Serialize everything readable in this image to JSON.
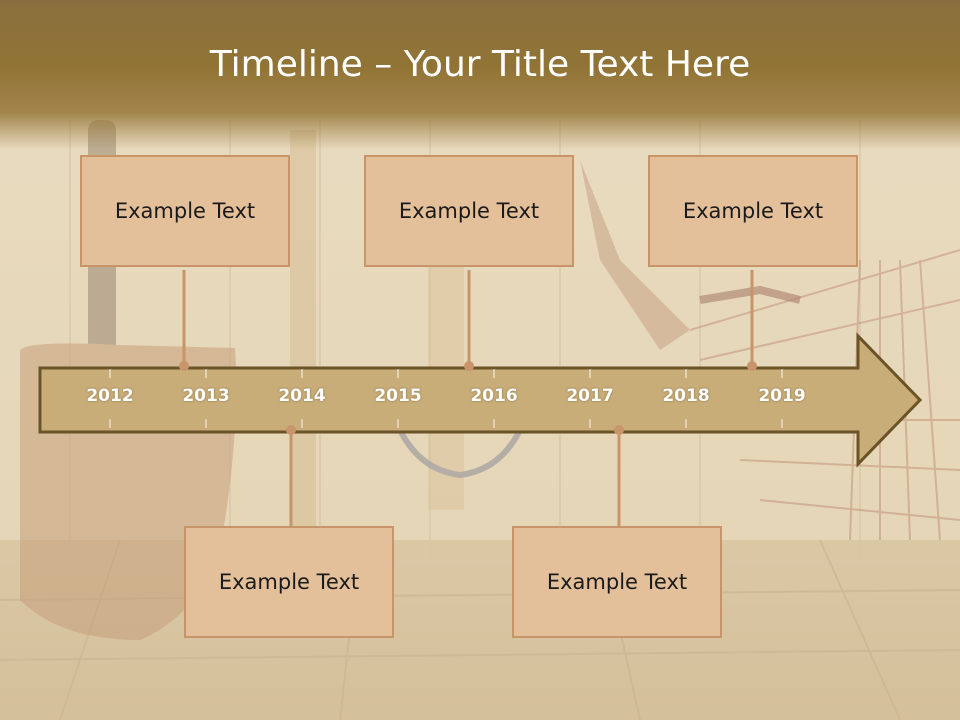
{
  "slide": {
    "title": "Timeline – Your Title Text Here",
    "years": [
      "2012",
      "2013",
      "2014",
      "2015",
      "2016",
      "2017",
      "2018",
      "2019"
    ],
    "boxes_top": [
      {
        "text": "Example Text"
      },
      {
        "text": "Example Text"
      },
      {
        "text": "Example Text"
      }
    ],
    "boxes_bottom": [
      {
        "text": "Example Text"
      },
      {
        "text": "Example Text"
      }
    ]
  },
  "colors": {
    "title_band": "#8a6f3e",
    "arrow_fill": "#c9ad78",
    "arrow_stroke": "#6b5328",
    "box_fill": "#e4c09a",
    "box_border": "#c8946a",
    "connector": "#c8946a"
  }
}
